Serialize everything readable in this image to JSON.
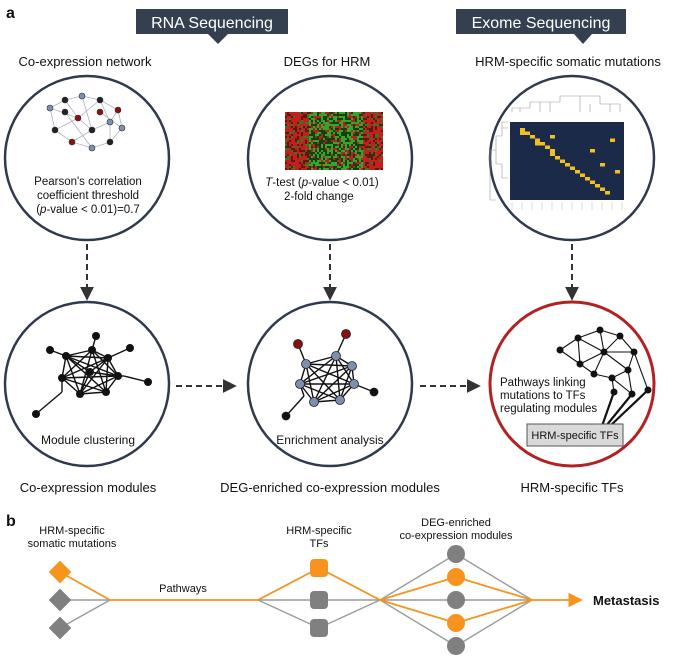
{
  "panel_a": {
    "label": "a",
    "header_rna": "RNA Sequencing",
    "header_exome": "Exome Sequencing",
    "top": {
      "coexpr_title": "Co-expression network",
      "coexpr_line1": "Pearson's correlation",
      "coexpr_line2": "coefficient threshold",
      "coexpr_line3_italic": "p",
      "coexpr_line3_rest": "-value < 0.01)=0.7",
      "coexpr_line3_open": "(",
      "degs_title": "DEGs for HRM",
      "degs_line1_italic": "T",
      "degs_line1_a": "-test (",
      "degs_line1_italic2": "p",
      "degs_line1_b": "-value < 0.01)",
      "degs_line2": "2-fold change",
      "somatic_title": "HRM-specific somatic mutations"
    },
    "bottom": {
      "module_clustering": "Module clustering",
      "enrichment": "Enrichment analysis",
      "pathways_line1": "Pathways linking",
      "pathways_line2": "mutations to TFs",
      "pathways_line3": "regulating modules",
      "tf_box": "HRM-specific TFs",
      "coexpr_modules": "Co-expression modules",
      "deg_modules": "DEG-enriched co-expression modules",
      "hrm_tfs": "HRM-specific TFs"
    },
    "colors": {
      "header_bg": "#34404f",
      "circle_stroke": "#2f3a4d",
      "highlight_circle": "#b22222",
      "node_red": "#8b1010",
      "node_blue": "#7d8fae",
      "heatmap_bg": "#1c2a4a",
      "heatmap_mark": "#f3c11d",
      "tf_box_bg": "#d9d9d9"
    }
  },
  "panel_b": {
    "label": "b",
    "somatic_line1": "HRM-specific",
    "somatic_line2": "somatic mutations",
    "pathways": "Pathways",
    "tfs_line1": "HRM-specific",
    "tfs_line2": "TFs",
    "deg_line1": "DEG-enriched",
    "deg_line2": "co-expression modules",
    "metastasis": "Metastasis",
    "colors": {
      "orange": "#f7941d",
      "gray": "#808080",
      "line_gray": "#9a9a9a"
    }
  }
}
